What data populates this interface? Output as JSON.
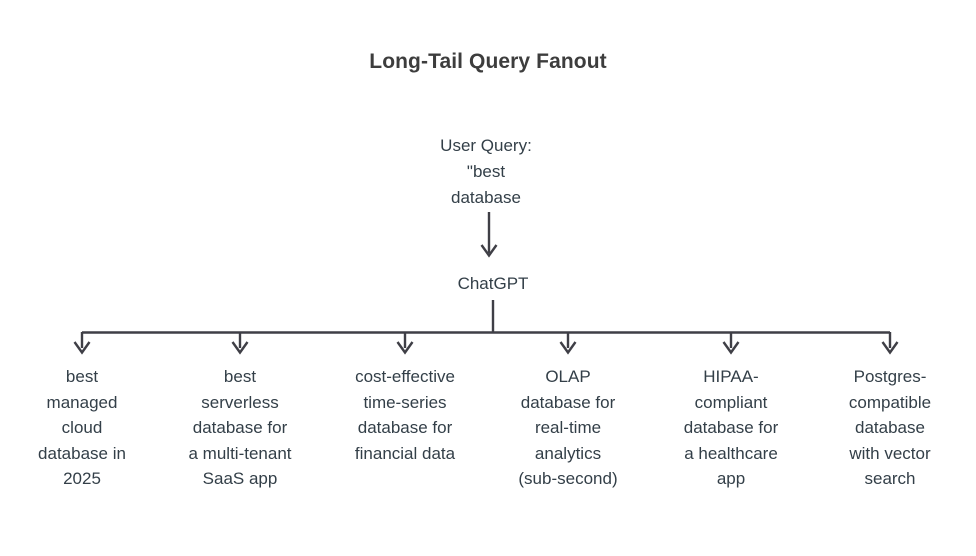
{
  "title": "Long-Tail Query Fanout",
  "colors": {
    "background": "#ffffff",
    "title_text": "#3d3d3d",
    "node_text": "#333f48",
    "edge_stroke": "#3f3f46"
  },
  "root": {
    "label": "User Query:\n\"best\ndatabase"
  },
  "engine": {
    "label": "ChatGPT"
  },
  "leaves": [
    {
      "label": "best\nmanaged\ncloud\ndatabase in\n2025"
    },
    {
      "label": "best\nserverless\ndatabase for\na multi-tenant\nSaaS app"
    },
    {
      "label": "cost-effective\ntime-series\ndatabase for\nfinancial data"
    },
    {
      "label": "OLAP\ndatabase for\nreal-time\nanalytics\n(sub-second)"
    },
    {
      "label": "HIPAA-\ncompliant\ndatabase for\na healthcare\napp"
    },
    {
      "label": "Postgres-\ncompatible\ndatabase\nwith vector\nsearch"
    }
  ]
}
